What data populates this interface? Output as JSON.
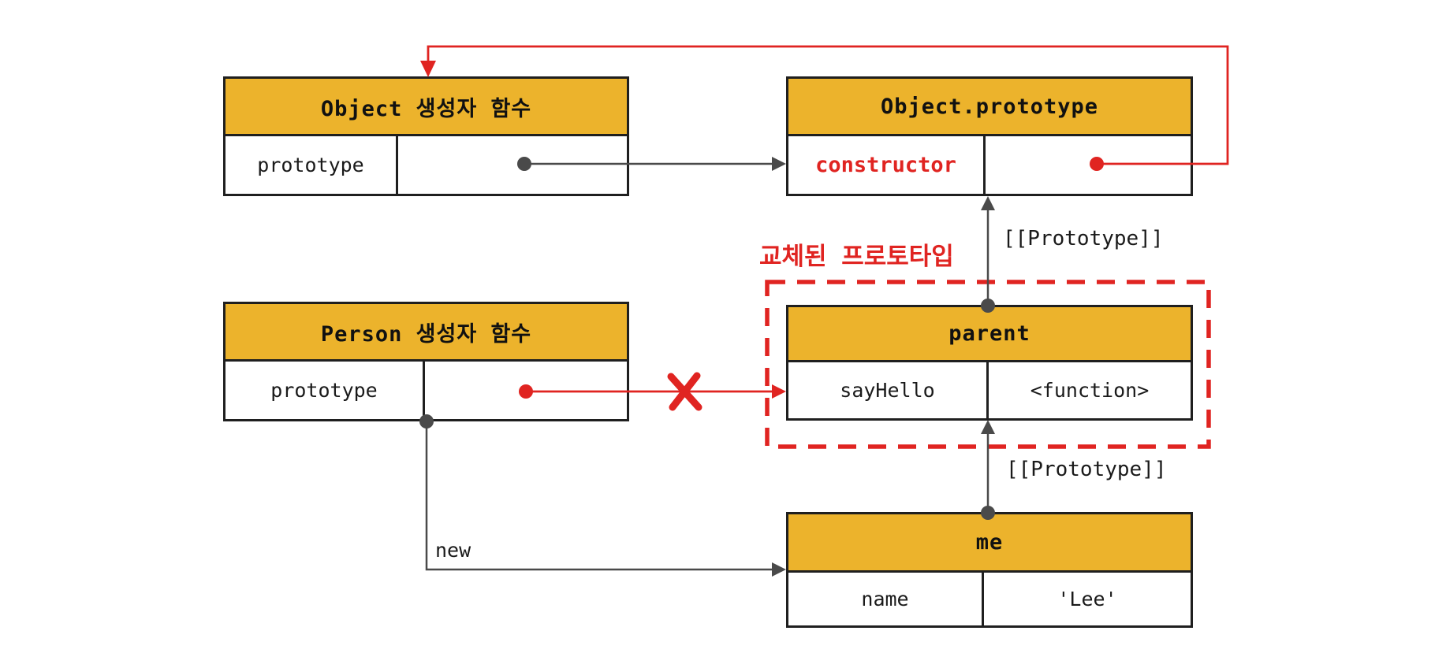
{
  "colors": {
    "header_yellow": "#ecb32c",
    "border_black": "#1f1f1f",
    "arrow_gray": "#4a4a4a",
    "accent_red": "#e02421"
  },
  "boxes": {
    "object_ctor": {
      "title": "Object 생성자 함수",
      "cells": [
        {
          "key": "prototype",
          "value": ""
        }
      ]
    },
    "object_proto": {
      "title": "Object.prototype",
      "cells": [
        {
          "key": "constructor",
          "value": ""
        }
      ]
    },
    "person_ctor": {
      "title": "Person 생성자 함수",
      "cells": [
        {
          "key": "prototype",
          "value": ""
        }
      ]
    },
    "parent": {
      "title": "parent",
      "cells": [
        {
          "key": "sayHello",
          "value": "<function>"
        }
      ]
    },
    "me": {
      "title": "me",
      "cells": [
        {
          "key": "name",
          "value": "'Lee'"
        }
      ]
    }
  },
  "labels": {
    "replaced_prototype": "교체된 프로토타입",
    "prototype_link_upper": "[[Prototype]]",
    "prototype_link_lower": "[[Prototype]]",
    "new_keyword": "new"
  }
}
